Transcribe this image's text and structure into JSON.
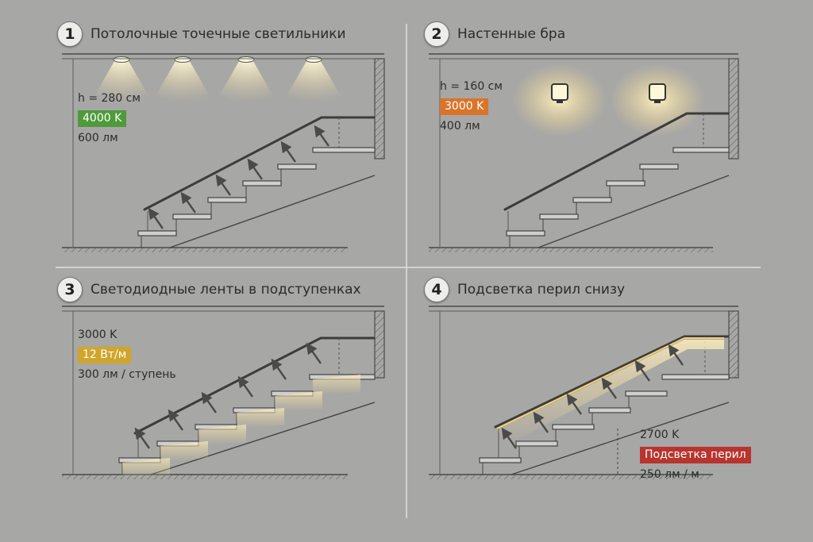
{
  "panels": [
    {
      "number": "1",
      "title": "Потолочные точечные светильники",
      "height": "h = 280 см",
      "color_temp": "4000 K",
      "power": "600 лм",
      "badge_color": "#4f9a3a"
    },
    {
      "number": "2",
      "title": "Настенные бра",
      "height": "h = 160 см",
      "color_temp": "3000 K",
      "power": "400 лм",
      "badge_color": "#d9742a"
    },
    {
      "number": "3",
      "title": "Светодиодные ленты в подступенках",
      "line1": "3000 K",
      "badge": "12 Вт/м",
      "line3": "300 лм / ступень",
      "badge_color": "#d0a52a"
    },
    {
      "number": "4",
      "title": "Подсветка перил снизу",
      "line1": "2700 K",
      "badge": "Подсветка перил",
      "line3": "250 лм / м",
      "badge_color": "#b8342e"
    }
  ],
  "icons": {
    "arrow": "up-arrow-icon",
    "ceiling_light": "spotlight-icon",
    "sconce": "wall-sconce-icon"
  }
}
